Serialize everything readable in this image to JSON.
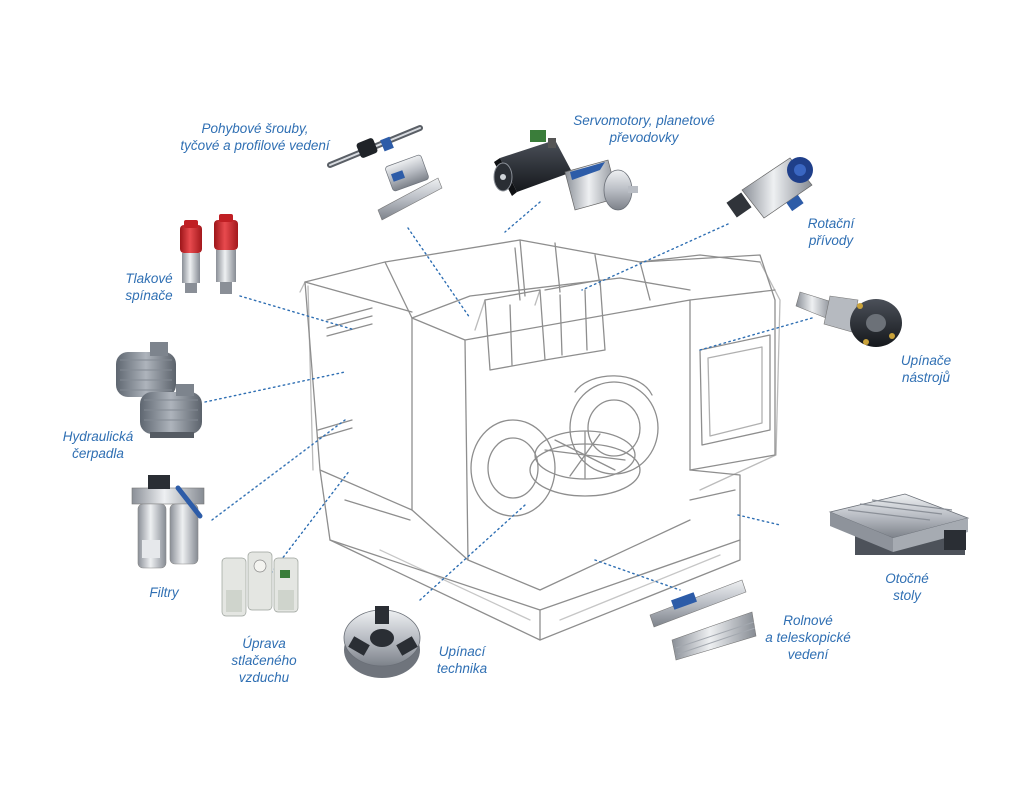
{
  "colors": {
    "label": "#2f6fb3",
    "leader": "#2f6fb3",
    "sketch": "#8e8e8e",
    "metal": "#c9ccd1",
    "dark": "#2b2f36",
    "red": "#d6262c",
    "blue": "#2d5ca8",
    "green": "#3a7d3a"
  },
  "labels": {
    "screws": {
      "line1": "Pohybové šrouby,",
      "line2": "tyčové a profilové vedení"
    },
    "servo": {
      "line1": "Servomotory, planetové",
      "line2": "převodovky"
    },
    "rotary_drives": {
      "line1": "Rotační",
      "line2": "přívody"
    },
    "pressure_switches": {
      "line1": "Tlakové",
      "line2": "spínače"
    },
    "tool_clamping": {
      "line1": "Upínače",
      "line2": "nástrojů"
    },
    "hydraulic_pumps": {
      "line1": "Hydraulická",
      "line2": "čerpadla"
    },
    "filters": {
      "line1": "Filtry"
    },
    "air_treatment": {
      "line1": "Úprava",
      "line2": "stlačeného",
      "line3": "vzduchu"
    },
    "clamping_tech": {
      "line1": "Upínací",
      "line2": "technika"
    },
    "rotary_tables": {
      "line1": "Otočné",
      "line2": "stoly"
    },
    "linear_guides": {
      "line1": "Rolnové",
      "line2": "a teleskopické",
      "line3": "vedení"
    }
  },
  "icons": [
    "ballscrew-icon",
    "servomotor-icon",
    "gearbox-icon",
    "rotary-union-icon",
    "pressure-switch-icon",
    "tool-holder-icon",
    "hydraulic-pump-icon",
    "filter-icon",
    "air-treatment-unit-icon",
    "chuck-icon",
    "rotary-table-icon",
    "telescopic-guide-icon"
  ]
}
